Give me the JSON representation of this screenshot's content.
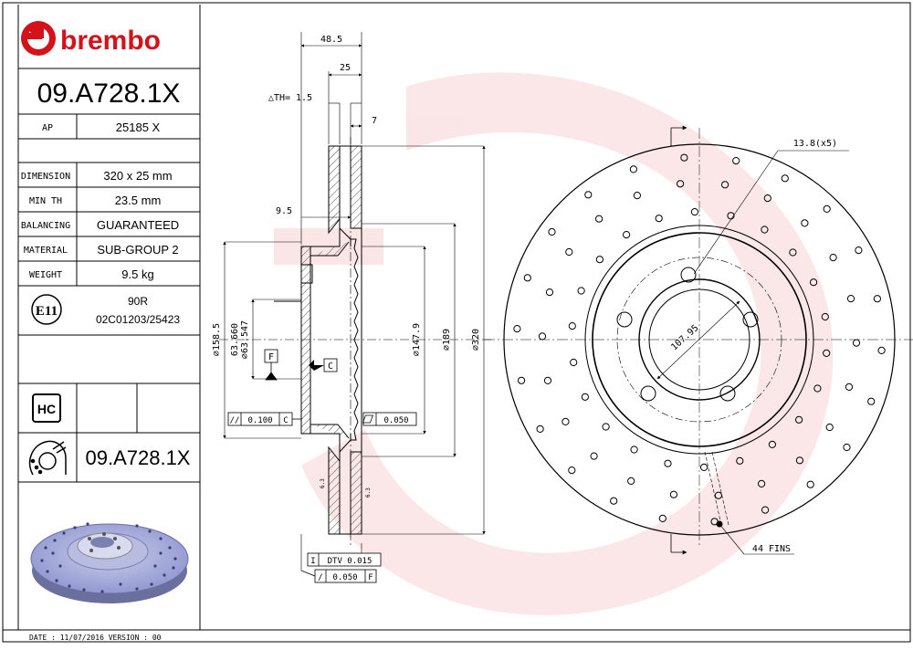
{
  "brand": {
    "name": "brembo",
    "color": "#d4121a"
  },
  "part_number": "09.A728.1X",
  "ap_label": "AP",
  "ap_value": "25185 X",
  "specs": [
    {
      "label": "DIMENSION",
      "value": "320 x 25 mm"
    },
    {
      "label": "MIN TH",
      "value": "23.5 mm"
    },
    {
      "label": "BALANCING",
      "value": "GUARANTEED"
    },
    {
      "label": "MATERIAL",
      "value": "SUB-GROUP 2"
    },
    {
      "label": "WEIGHT",
      "value": "9.5 kg"
    }
  ],
  "e11": {
    "badge": "E11",
    "code1": "90R",
    "code2": "02C01203/25423"
  },
  "hc_badge": "HC",
  "footer": "DATE : 11/07/2016 VERSION : 00",
  "drawing": {
    "dim_48_5": "48.5",
    "dim_25": "25",
    "dim_th": "△TH= 1.5",
    "dim_7": "7",
    "dim_9_5": "9.5",
    "dim_158_5": "∅158.5",
    "dim_63_660": "63.660",
    "dim_63_547": "∅63.547",
    "dim_147_9": "∅147.9",
    "dim_189": "∅189",
    "dim_320": "∅320",
    "datum_f": "F",
    "datum_c": "C",
    "tol_parallel_val": "0.100",
    "tol_parallel_ref": "C",
    "tol_flat_val": "0.050",
    "dtv_label": "DTV 0.015",
    "runout_val": "0.050",
    "runout_ref": "F",
    "holes_label": "13.8(x5)",
    "pcd_label": "107.95",
    "fins_label": "44 FINS",
    "roughness_left": "6.3",
    "roughness_right": "6.3"
  },
  "colors": {
    "line": "#000000",
    "watermark": "#f2c4c4",
    "disc": "#9aa0d8"
  }
}
